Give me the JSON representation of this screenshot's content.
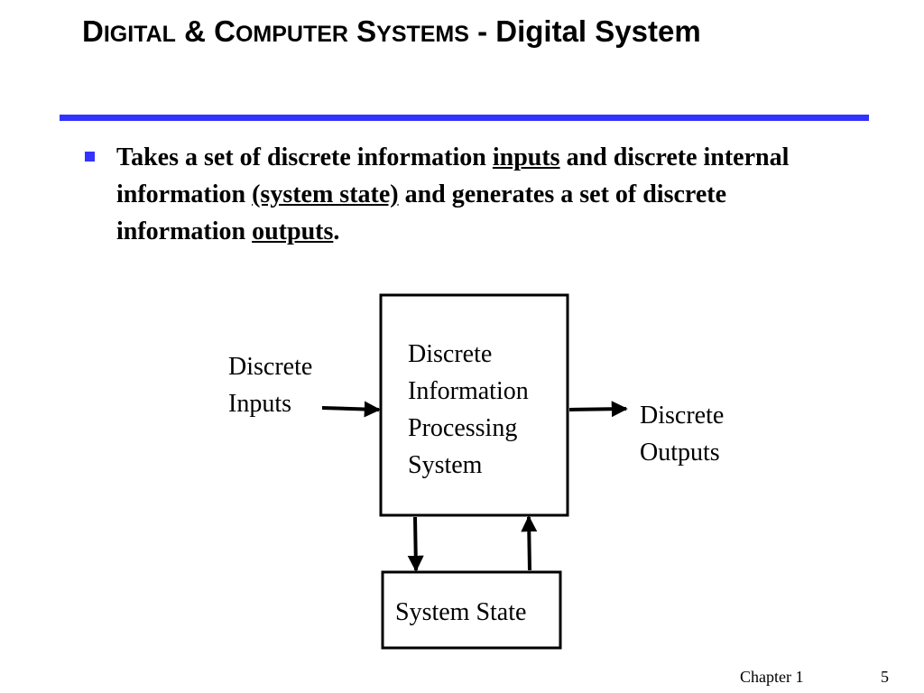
{
  "slide": {
    "title": {
      "word1_initial": "D",
      "word1_rest": "IGITAL",
      "amp": "&",
      "word2_initial": "C",
      "word2_rest": "OMPUTER",
      "word3_initial": "S",
      "word3_rest": "YSTEMS",
      "suffix": "- Digital System"
    },
    "rule_color": "#3333ff",
    "bullet_color": "#3333ff",
    "bullet": {
      "t1": "Takes a set of discrete information ",
      "u1": "inputs",
      "t2": " and discrete internal information ",
      "u2": "(system state)",
      "t3": " and generates a set of discrete information ",
      "u3": "outputs",
      "t4": "."
    },
    "diagram": {
      "inputs_line1": "Discrete",
      "inputs_line2": "Inputs",
      "process_line1": "Discrete",
      "process_line2": "Information",
      "process_line3": "Processing",
      "process_line4": "System",
      "outputs_line1": "Discrete",
      "outputs_line2": "Outputs",
      "state_label": "System State"
    },
    "footer": {
      "chapter": "Chapter 1",
      "page": "5"
    }
  }
}
